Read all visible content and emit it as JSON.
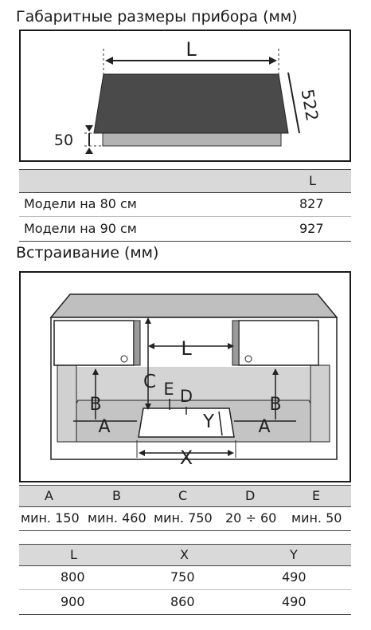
{
  "dimensions": {
    "title": "Габаритные размеры прибора (мм)",
    "diagram_labels": {
      "L": "L",
      "height": "522",
      "thickness": "50"
    },
    "table": {
      "header": [
        "",
        "L"
      ],
      "rows": [
        {
          "label": "Модели на 80 см",
          "L": "827"
        },
        {
          "label": "Модели на 90 см",
          "L": "927"
        }
      ]
    }
  },
  "installation": {
    "title": "Встраивание (мм)",
    "diagram_labels": {
      "L": "L",
      "C": "C",
      "E": "E",
      "D": "D",
      "Y": "Y",
      "X": "X",
      "A": "A",
      "B": "B"
    },
    "table1": {
      "header": [
        "A",
        "B",
        "C",
        "D",
        "E"
      ],
      "values": [
        "мин. 150",
        "мин. 460",
        "мин. 750",
        "20 ÷ 60",
        "мин. 50"
      ]
    },
    "table2": {
      "header": [
        "L",
        "X",
        "Y"
      ],
      "rows": [
        [
          "800",
          "750",
          "490"
        ],
        [
          "900",
          "860",
          "490"
        ]
      ]
    }
  },
  "colors": {
    "hob": "#4a4a4a",
    "base": "#b3b3b3",
    "cabinet": "#bfbfbf",
    "table_header": "#d9d9d9"
  }
}
